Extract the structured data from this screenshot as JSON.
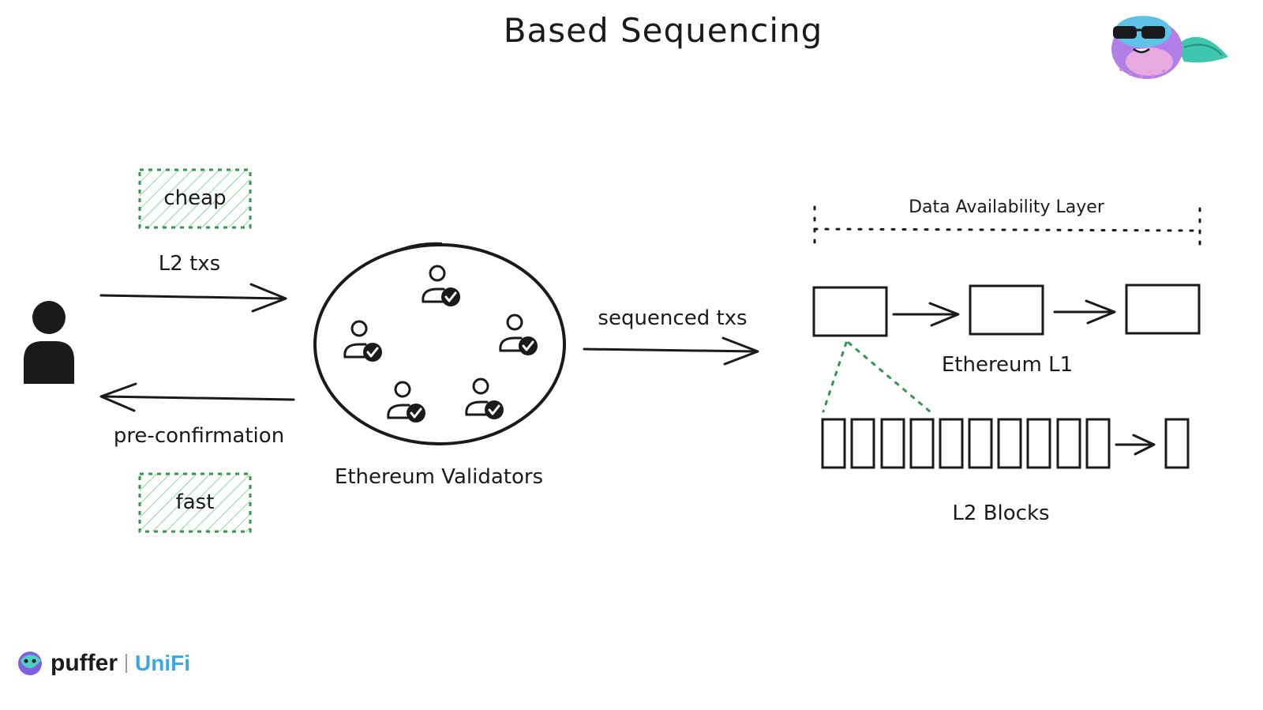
{
  "title": "Based Sequencing",
  "labels": {
    "cheap": "cheap",
    "fast": "fast",
    "l2_txs": "L2 txs",
    "pre_confirmation": "pre-confirmation",
    "ethereum_validators": "Ethereum Validators",
    "sequenced_txs": "sequenced txs",
    "data_availability_layer": "Data Availability Layer",
    "ethereum_l1": "Ethereum L1",
    "l2_blocks": "L2 Blocks"
  },
  "brand": {
    "name": "puffer",
    "product": "UniFi",
    "accent_color": "#3aa8e8"
  },
  "icons": {
    "user": "person-icon",
    "validator": "verified-user-icon",
    "mascot": "puffer-fish-mascot-icon",
    "logo": "puffer-logo-icon"
  },
  "colors": {
    "ink": "#1a1a1a",
    "highlight_green": "#2e9a47",
    "hatch_green": "#8fd5a0"
  }
}
